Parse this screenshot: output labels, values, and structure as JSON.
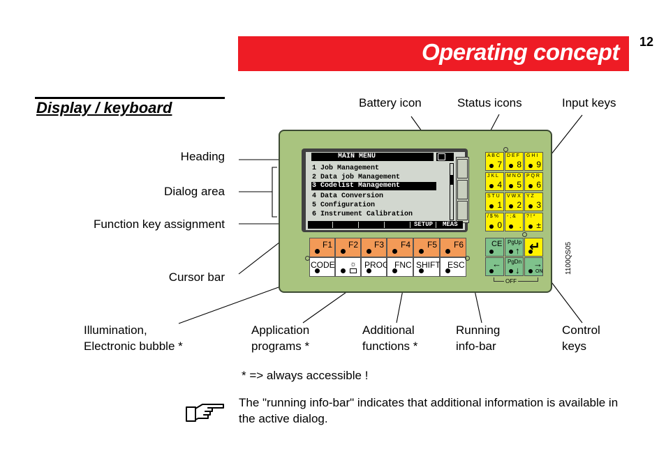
{
  "page_number": "12",
  "header": {
    "title": "Operating concept"
  },
  "section": {
    "title": "Display / keyboard"
  },
  "colors": {
    "title_bar": "#ee1c25",
    "device_body": "#a9c47f",
    "function_keys": "#f39a57",
    "numeric_keys": "#fff200",
    "control_keys": "#7fc28c"
  },
  "labels": {
    "battery_icon": "Battery icon",
    "status_icons": "Status icons",
    "input_keys": "Input keys",
    "heading": "Heading",
    "dialog_area": "Dialog area",
    "function_key_assignment": "Function key assignment",
    "cursor_bar": "Cursor bar",
    "illumination_line1": "Illumination,",
    "illumination_line2": "Electronic bubble *",
    "application_line1": "Application",
    "application_line2": "programs *",
    "additional_line1": "Additional",
    "additional_line2": "functions *",
    "running_line1": "Running",
    "running_line2": "info-bar",
    "control_line1": "Control",
    "control_line2": "keys"
  },
  "screen": {
    "heading": "MAIN MENU",
    "menu": [
      "1 Job Management",
      "2 Data job Management",
      "3 Codelist Management",
      "4 Data Conversion",
      "5 Configuration",
      "6 Instrument Calibration"
    ],
    "selected_index": 2,
    "softkeys": [
      "",
      "",
      "",
      "",
      "SETUP",
      "MEAS"
    ]
  },
  "function_keys": [
    "F1",
    "F2",
    "F3",
    "F4",
    "F5",
    "F6"
  ],
  "special_keys": [
    "CODE",
    "",
    "PROG",
    "FNC",
    "SHIFT",
    "ESC"
  ],
  "keypad": [
    {
      "letters": "A B C",
      "digit": "7"
    },
    {
      "letters": "D E F",
      "digit": "8"
    },
    {
      "letters": "G H I",
      "digit": "9"
    },
    {
      "letters": "J K L",
      "digit": "4"
    },
    {
      "letters": "M N O",
      "digit": "5"
    },
    {
      "letters": "P Q R",
      "digit": "6"
    },
    {
      "letters": "S T U",
      "digit": "1"
    },
    {
      "letters": "V W X",
      "digit": "2"
    },
    {
      "letters": "Y Z",
      "digit": "3"
    },
    {
      "letters": "/ $ %",
      "digit": "0"
    },
    {
      "letters": "- ; &",
      "digit": "."
    },
    {
      "letters": "? ! *",
      "digit": "±"
    }
  ],
  "control_keys": {
    "ce": "CE",
    "pgup": "PgUp",
    "pgdn": "PgDn",
    "on": "ON",
    "off": "OFF"
  },
  "figure_code": "1100QS05",
  "footnote": "* => always accessible !",
  "note": "The \"running info-bar\" indicates that additional information is available in the active dialog."
}
